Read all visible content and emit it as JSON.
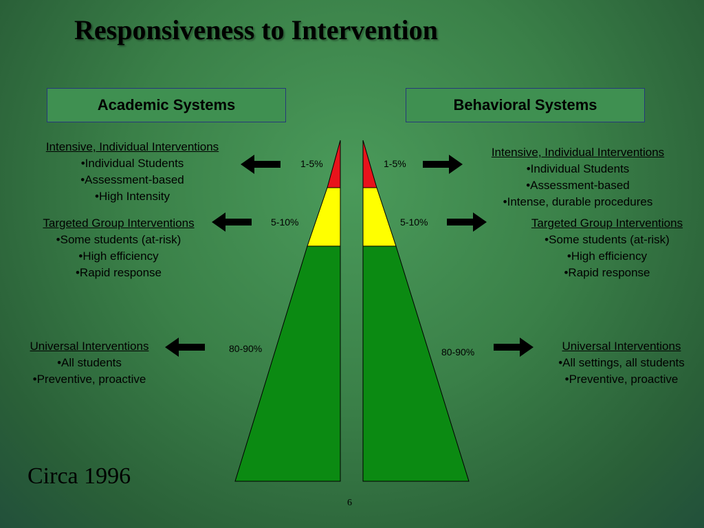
{
  "slide": {
    "title": "Responsiveness to Intervention",
    "footnote": "Circa 1996",
    "page_number": "6"
  },
  "academic": {
    "header": "Academic Systems",
    "intensive": {
      "heading": "Intensive, Individual Interventions",
      "bullets": [
        "•Individual Students",
        "•Assessment-based",
        "•High Intensity"
      ]
    },
    "targeted": {
      "heading": "Targeted Group Interventions",
      "bullets": [
        "•Some students (at-risk)",
        "•High efficiency",
        "•Rapid response"
      ]
    },
    "universal": {
      "heading": "Universal Interventions",
      "bullets": [
        "•All students",
        "•Preventive,  proactive"
      ]
    },
    "tiers": {
      "top": "1-5%",
      "middle": "5-10%",
      "bottom": "80-90%"
    }
  },
  "behavioral": {
    "header": "Behavioral Systems",
    "intensive": {
      "heading": "Intensive, Individual Interventions",
      "bullets": [
        "•Individual Students",
        "•Assessment-based",
        "•Intense, durable procedures"
      ]
    },
    "targeted": {
      "heading": "Targeted Group Interventions",
      "bullets": [
        "•Some students (at-risk)",
        "•High efficiency",
        "•Rapid response"
      ]
    },
    "universal": {
      "heading": "Universal Interventions",
      "bullets": [
        "•All settings, all students",
        "•Preventive,  proactive"
      ]
    },
    "tiers": {
      "top": "1-5%",
      "middle": "5-10%",
      "bottom": "80-90%"
    }
  },
  "colors": {
    "tier_top": "#e8131b",
    "tier_middle": "#ffff00",
    "tier_bottom": "#0b8a12",
    "arrow": "#000000"
  },
  "icons": {
    "left_arrow": "arrow-left-icon",
    "right_arrow": "arrow-right-icon"
  }
}
